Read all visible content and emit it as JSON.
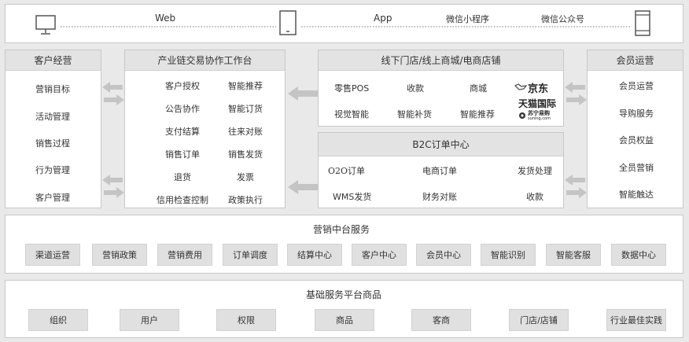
{
  "top": {
    "web": "Web",
    "app": "App",
    "miniprogram": "微信小程序",
    "official": "微信公众号"
  },
  "customer": {
    "title": "客户经营",
    "items": [
      "营销目标",
      "活动管理",
      "销售过程",
      "行为管理",
      "客户管理"
    ]
  },
  "chain": {
    "title": "产业链交易协作工作台",
    "left": [
      "客户授权",
      "公告协作",
      "支付结算",
      "销售订单",
      "退货",
      "信用检查控制"
    ],
    "right": [
      "智能推荐",
      "智能订货",
      "往来对账",
      "销售发货",
      "发票",
      "政策执行"
    ]
  },
  "offline": {
    "title": "线下门店/线上商城/电商店铺",
    "row1": [
      "零售POS",
      "收款",
      "商城"
    ],
    "row2": [
      "视觉智能",
      "智能补货",
      "智能推荐"
    ],
    "logos": [
      "京东",
      "天猫国际",
      "苏宁易购",
      "suning.com"
    ]
  },
  "b2c": {
    "title": "B2C订单中心",
    "row1": [
      "O2O订单",
      "电商订单",
      "发货处理"
    ],
    "row2": [
      "WMS发货",
      "财务对账",
      "收款"
    ]
  },
  "member": {
    "title": "会员运营",
    "items": [
      "会员运营",
      "导购服务",
      "会员权益",
      "全员营销",
      "智能触达"
    ]
  },
  "marketing": {
    "title": "营销中台服务",
    "items": [
      "渠道运营",
      "营销政策",
      "营销费用",
      "订单调度",
      "结算中心",
      "客户中心",
      "会员中心",
      "智能识别",
      "智能客服",
      "数据中心"
    ]
  },
  "foundation": {
    "title": "基础服务平台商品",
    "items": [
      "组织",
      "用户",
      "权限",
      "商品",
      "客商",
      "门店/店铺",
      "行业最佳实践"
    ]
  },
  "colors": {
    "panel": "#ffffff",
    "header": "#e3e3e3",
    "chip": "#e0e0e0",
    "arrow": "#c4c4c4",
    "background": "#e9e9e9"
  }
}
